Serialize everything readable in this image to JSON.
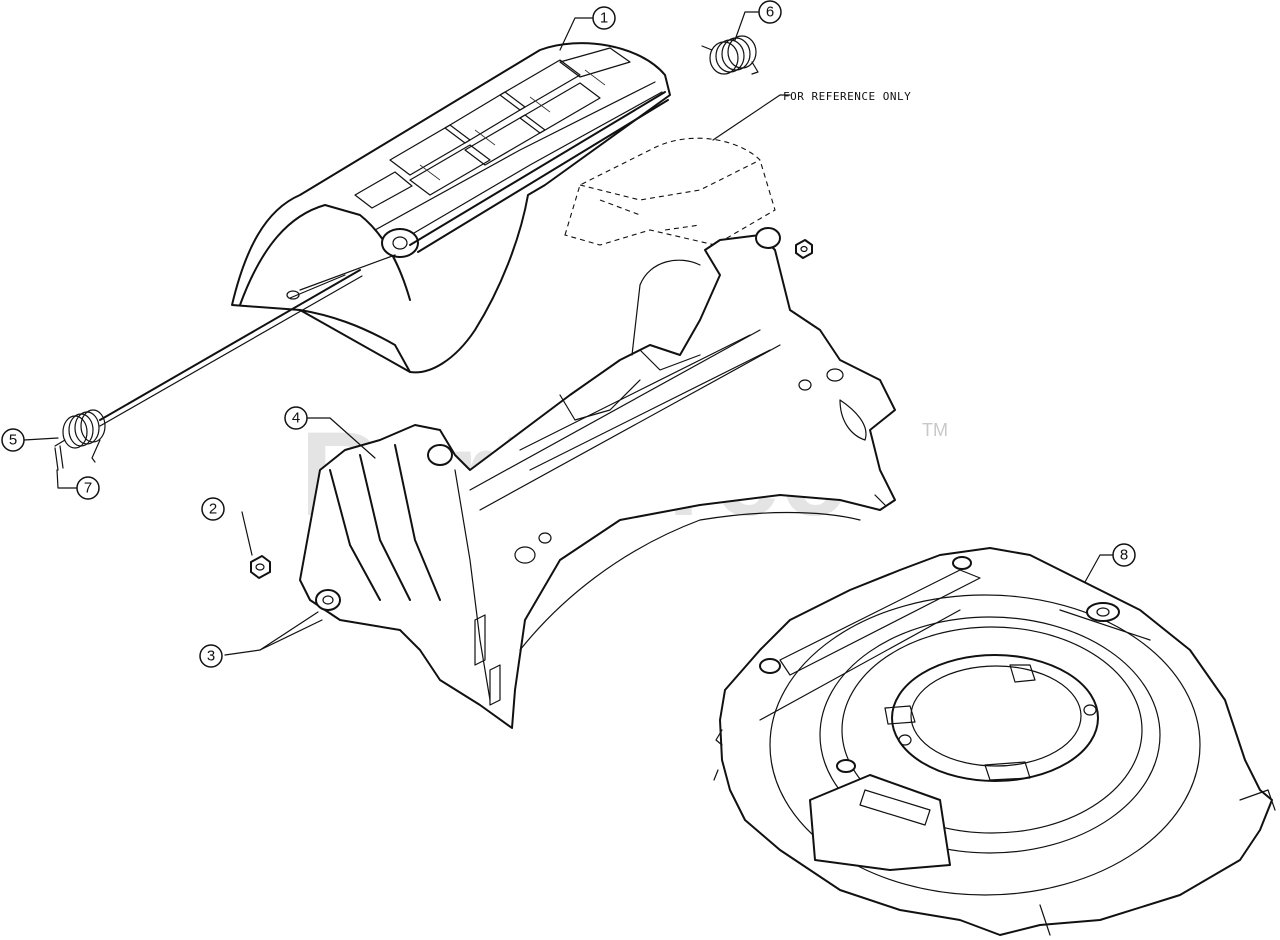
{
  "watermark": {
    "text": "PartsTree",
    "trademark": "TM"
  },
  "reference_note": "FOR REFERENCE ONLY",
  "callouts": [
    {
      "id": "1",
      "label": "1"
    },
    {
      "id": "2",
      "label": "2"
    },
    {
      "id": "3",
      "label": "3"
    },
    {
      "id": "4",
      "label": "4"
    },
    {
      "id": "5",
      "label": "5"
    },
    {
      "id": "6",
      "label": "6"
    },
    {
      "id": "7",
      "label": "7"
    },
    {
      "id": "8",
      "label": "8"
    }
  ]
}
